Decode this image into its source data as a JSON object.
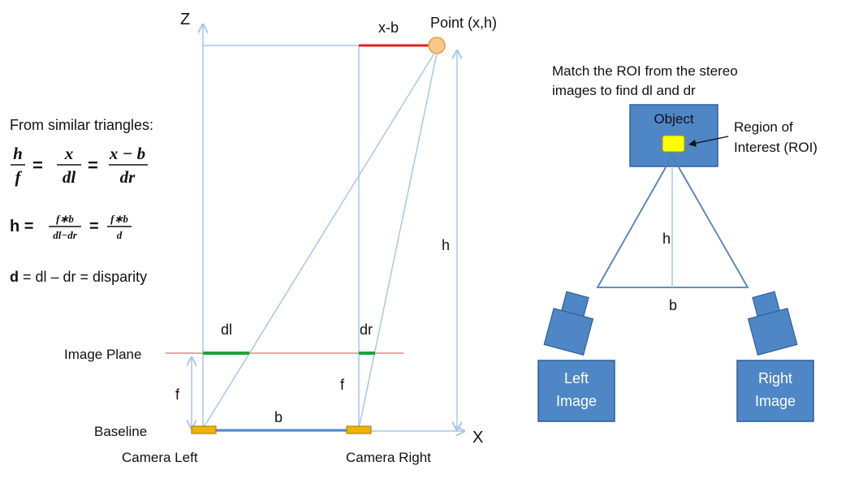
{
  "axes": {
    "z_label": "Z",
    "x_label": "X"
  },
  "point": {
    "label": "Point (x,h)",
    "xb_label": "x-b"
  },
  "equations": {
    "heading": "From similar triangles:",
    "eq1": {
      "a_num": "h",
      "a_den": "f",
      "b_num": "x",
      "b_den": "dl",
      "c_num": "x − b",
      "c_den": "dr"
    },
    "eq2": {
      "lhs": "h =",
      "a_num": "f∗b",
      "a_den": "dl−dr",
      "b_num": "f∗b",
      "b_den": "d"
    },
    "eq3": {
      "d": "d",
      "rest": " = dl – dr = disparity"
    }
  },
  "left_diagram": {
    "h_label": "h",
    "dl_label": "dl",
    "dr_label": "dr",
    "image_plane_label": "Image Plane",
    "f_left_label": "f",
    "f_right_label": "f",
    "baseline_label": "Baseline",
    "b_label": "b",
    "camera_left_label": "Camera Left",
    "camera_right_label": "Camera Right"
  },
  "right_diagram": {
    "title_line1": "Match the ROI from the stereo",
    "title_line2": "images to find dl and dr",
    "object_label": "Object",
    "roi_line1": "Region of",
    "roi_line2": "Interest (ROI)",
    "h_label": "h",
    "b_label": "b",
    "left_image_line1": "Left",
    "left_image_line2": "Image",
    "right_image_line1": "Right",
    "right_image_line2": "Image"
  },
  "colors": {
    "line_blue": "#a9c6e8",
    "red": "#e02020",
    "green": "#20a040",
    "camera_gold": "#f0b400",
    "box_blue": "#4f86c6",
    "roi_yellow": "#ffff00",
    "point_fill": "#f8c88a"
  }
}
